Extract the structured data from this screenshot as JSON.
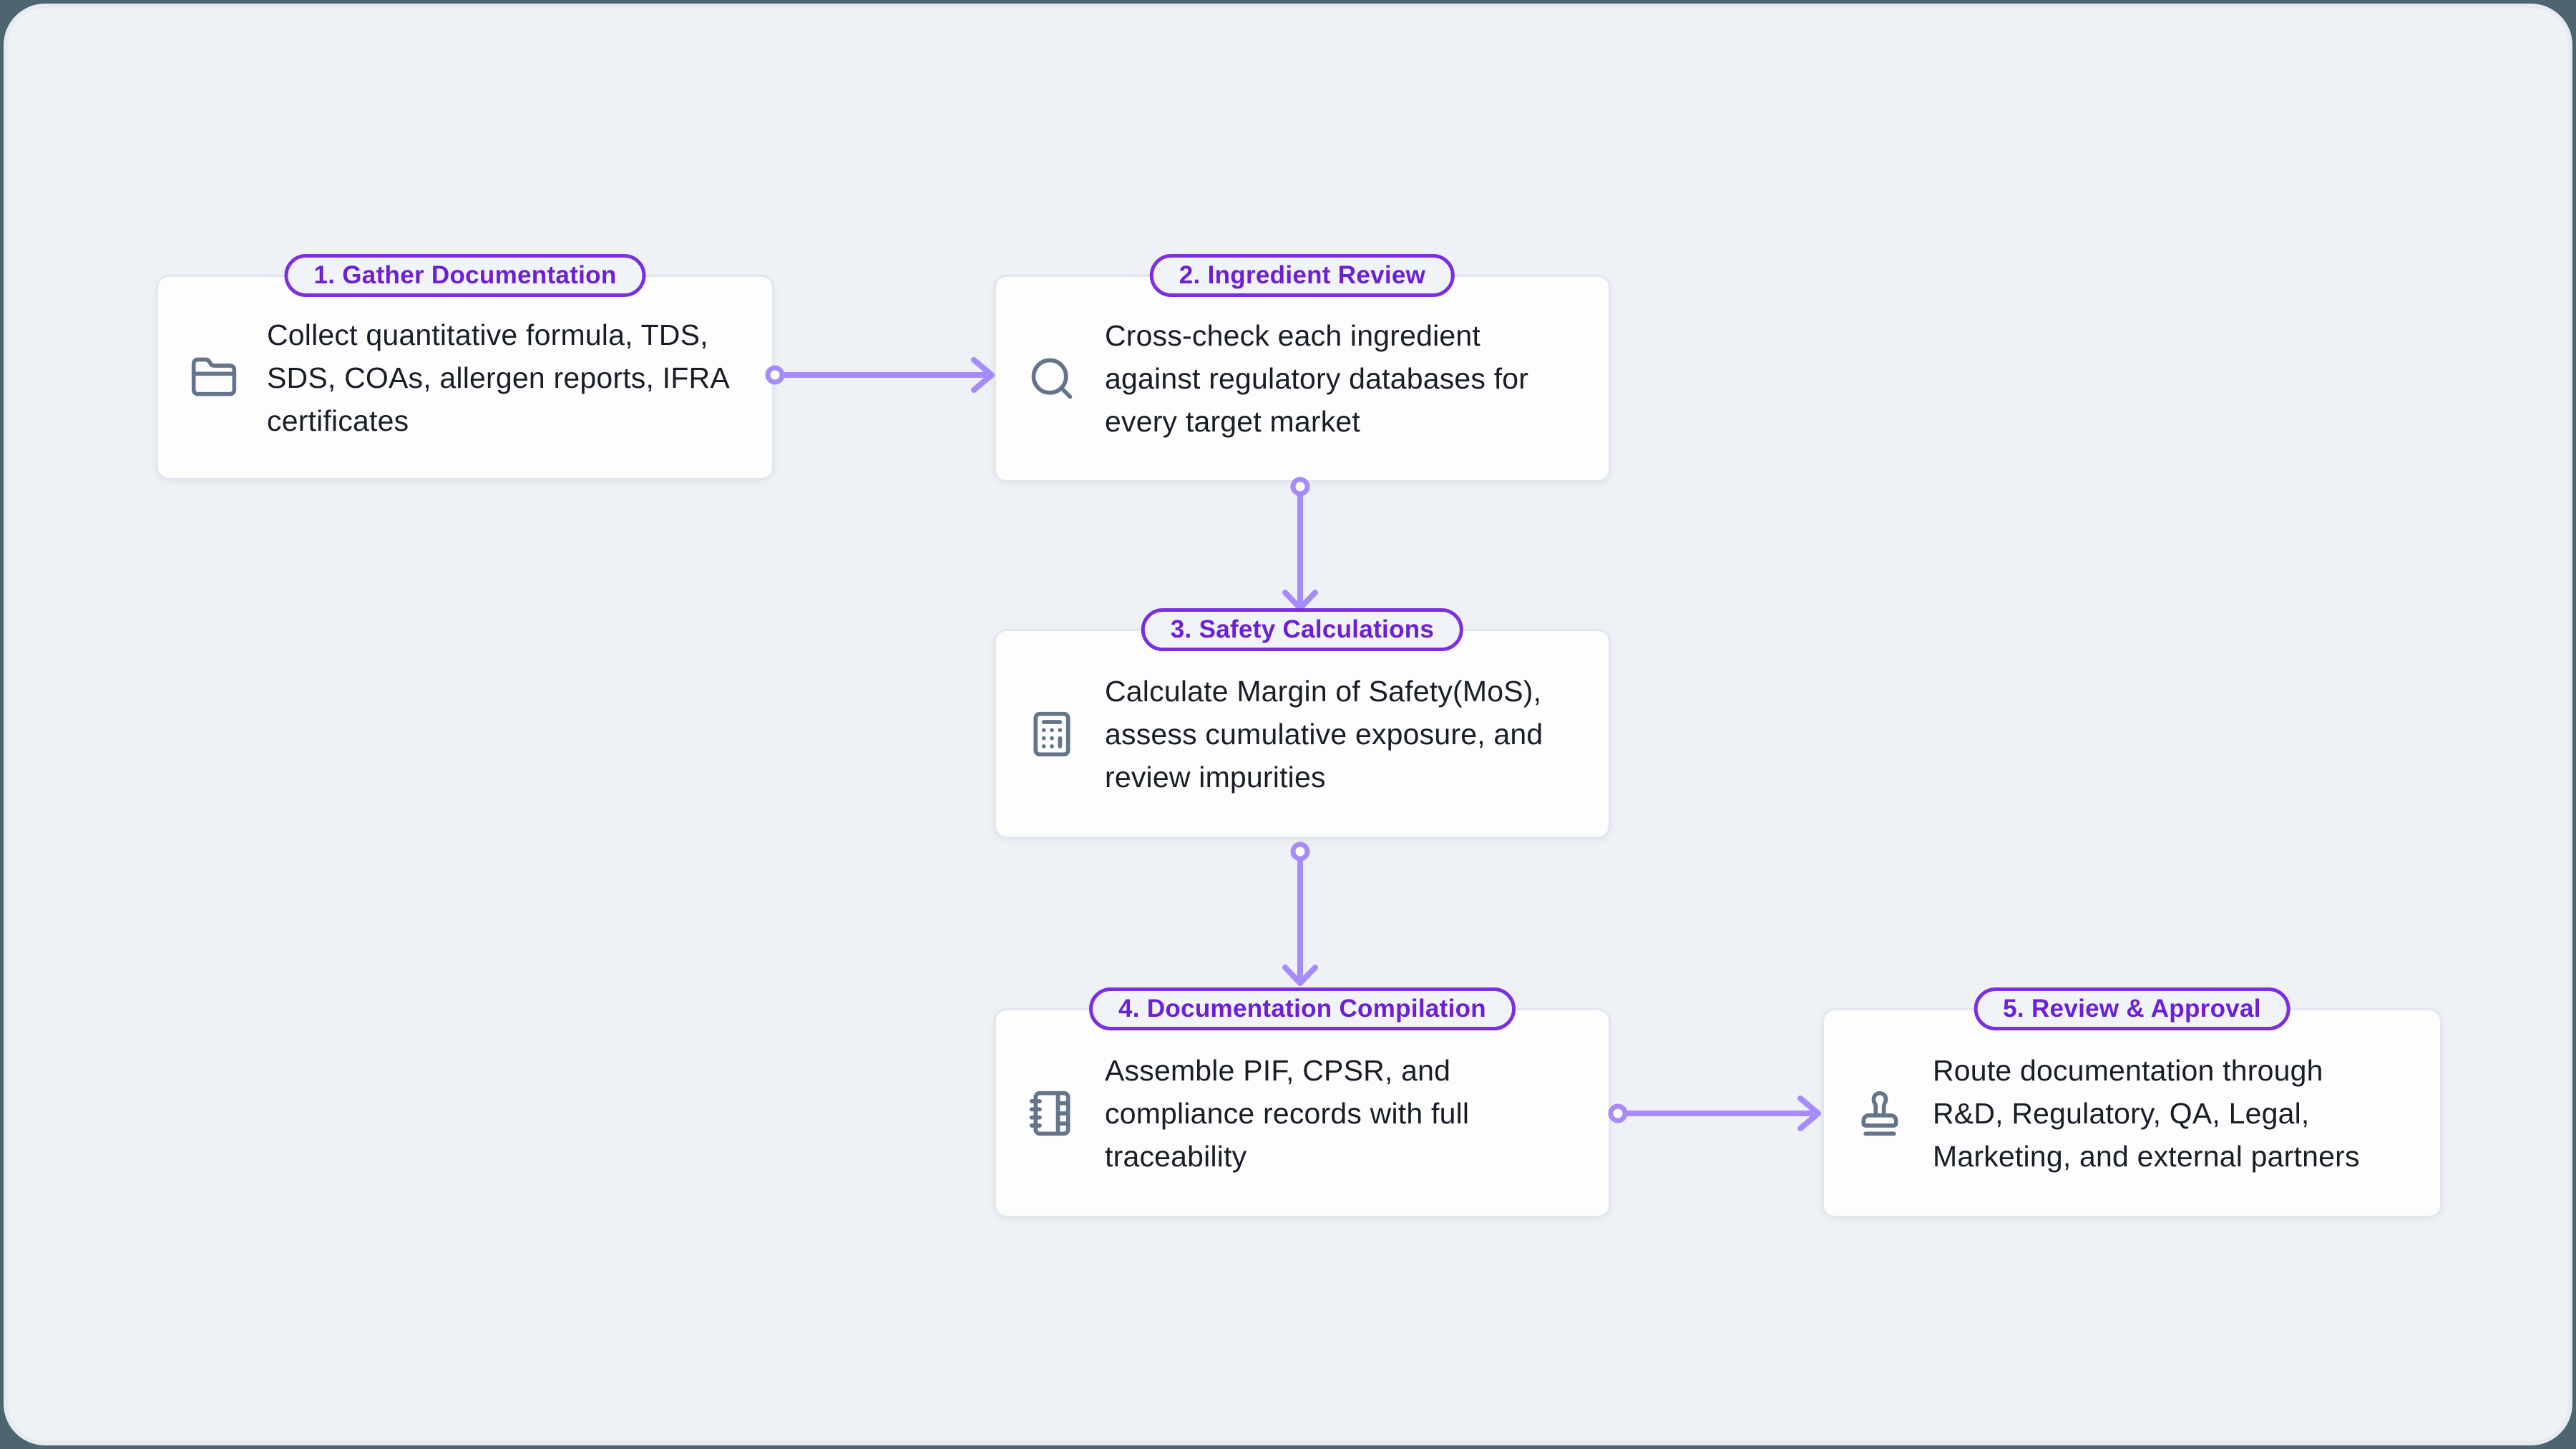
{
  "diagram": {
    "type": "flowchart",
    "colors": {
      "outer_background": "#4d6570",
      "page_background": "#eef1f6",
      "card_background": "#fdfdfe",
      "card_border": "#e2e7ee",
      "badge_border": "#7c2fe2",
      "badge_text": "#6c1fd6",
      "connector": "#a78bfa",
      "icon": "#64748b",
      "body_text": "#181d27"
    },
    "steps": [
      {
        "badge": "1. Gather Documentation",
        "text": "Collect quantitative formula, TDS,\nSDS, COAs, allergen reports, IFRA\ncertificates",
        "icon": "folder-icon"
      },
      {
        "badge": "2. Ingredient Review",
        "text": "Cross-check each ingredient\nagainst regulatory databases for\nevery target market",
        "icon": "search-icon"
      },
      {
        "badge": "3. Safety Calculations",
        "text": "Calculate Margin of Safety(MoS),\nassess cumulative exposure, and\nreview impurities",
        "icon": "calculator-icon"
      },
      {
        "badge": "4. Documentation Compilation",
        "text": "Assemble PIF, CPSR, and\ncompliance records with full\ntraceability",
        "icon": "notebook-tabs-icon"
      },
      {
        "badge": "5. Review & Approval",
        "text": "Route documentation through\nR&D, Regulatory, QA, Legal,\nMarketing, and external partners",
        "icon": "stamp-icon"
      }
    ],
    "edges": [
      {
        "from": "1. Gather Documentation",
        "to": "2. Ingredient Review",
        "direction": "right"
      },
      {
        "from": "2. Ingredient Review",
        "to": "3. Safety Calculations",
        "direction": "down"
      },
      {
        "from": "3. Safety Calculations",
        "to": "4. Documentation Compilation",
        "direction": "down"
      },
      {
        "from": "4. Documentation Compilation",
        "to": "5. Review & Approval",
        "direction": "right"
      }
    ]
  }
}
